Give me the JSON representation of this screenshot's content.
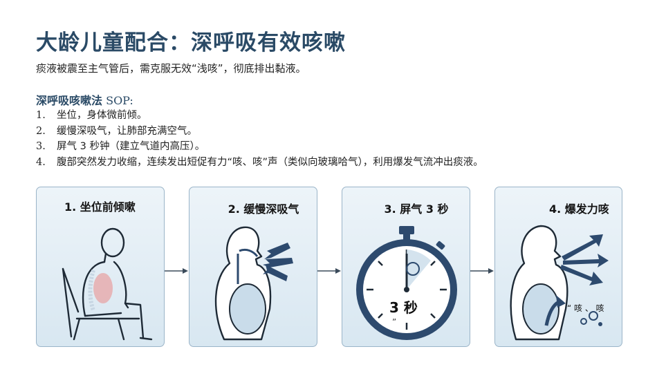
{
  "title": "大龄儿童配合：深呼吸有效咳嗽",
  "subtitle": "痰液被震至主气管后，需克服无效“浅咳”，彻底排出黏液。",
  "sop": {
    "heading_bold": "深呼吸咳嗽法",
    "heading_suffix": " SOP:",
    "steps": [
      {
        "num": "1.",
        "text": "坐位，身体微前倾。"
      },
      {
        "num": "2.",
        "text": "缓慢深吸气，让肺部充满空气。"
      },
      {
        "num": "3.",
        "text": "屏气 3 秒钟（建立气道内高压）。"
      },
      {
        "num": "4.",
        "text": "腹部突然发力收缩，连续发出短促有力“咳、咳”声（类似向玻璃哈气），利用爆发气流冲出痰液。"
      }
    ]
  },
  "panels": [
    {
      "caption": "1. 坐位前倾嗽"
    },
    {
      "caption": "2.   缓慢深吸气"
    },
    {
      "caption": "3. 屏气 3 秒",
      "timer_label": "3 秒",
      "timer_quote": "”"
    },
    {
      "caption": "4.   爆发力咳",
      "cough_text": "“ 咳 、 咳"
    }
  ],
  "colors": {
    "title": "#2a4a66",
    "panel_border": "#9ab4c8",
    "panel_fill": "#dde9f2",
    "accent": "#2d4a6e"
  },
  "icons": [
    "sitting-child-icon",
    "inhale-arrows-icon",
    "stopwatch-icon",
    "cough-burst-icon",
    "connector-arrow-icon"
  ]
}
